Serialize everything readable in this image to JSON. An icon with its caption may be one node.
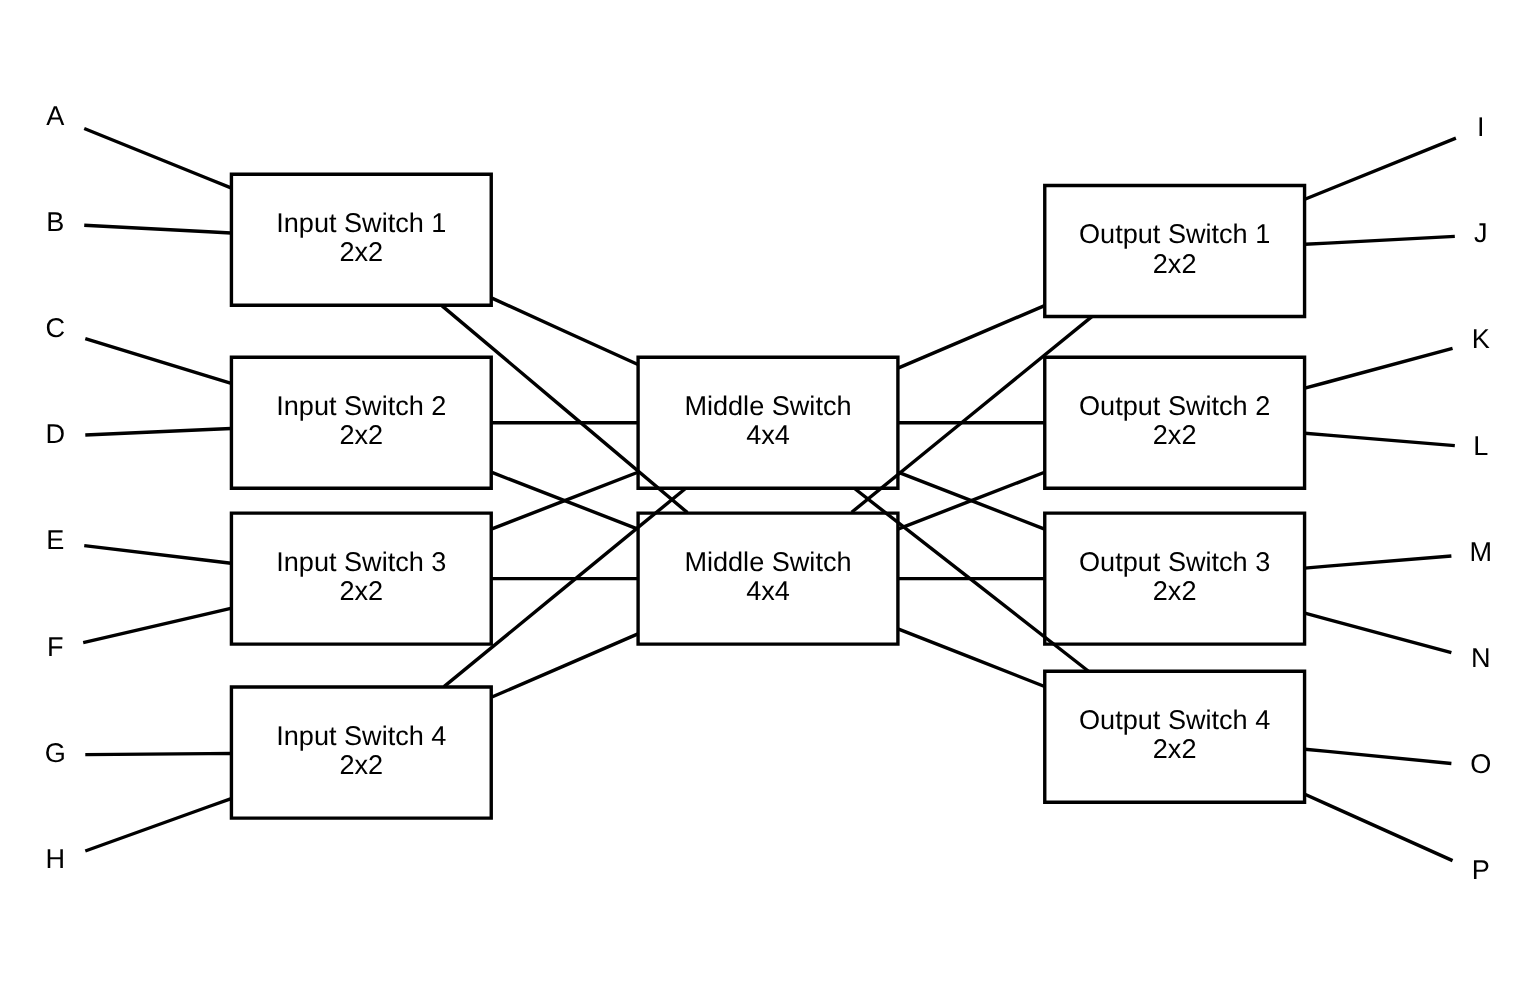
{
  "diagram": {
    "nodes": [
      {
        "text": [
          "A"
        ]
      },
      {
        "text": [
          "B"
        ]
      },
      {
        "text": [
          "C"
        ]
      },
      {
        "text": [
          "D"
        ]
      },
      {
        "text": [
          "E"
        ]
      },
      {
        "text": [
          "F"
        ]
      },
      {
        "text": [
          "G"
        ]
      },
      {
        "text": [
          "H"
        ]
      },
      {
        "text": [
          "Input Switch 1",
          "2x2"
        ]
      },
      {
        "text": [
          "Input Switch 2",
          "2x2"
        ]
      },
      {
        "text": [
          "Input Switch 3",
          "2x2"
        ]
      },
      {
        "text": [
          "Input Switch 4",
          "2x2"
        ]
      },
      {
        "text": [
          "Middle Switch",
          "4x4"
        ]
      },
      {
        "text": [
          "Middle Switch",
          "4x4"
        ]
      },
      {
        "text": [
          "Output Switch 1",
          "2x2"
        ]
      },
      {
        "text": [
          "Output Switch 2",
          "2x2"
        ]
      },
      {
        "text": [
          "Output Switch 3",
          "2x2"
        ]
      },
      {
        "text": [
          "Output Switch 4",
          "2x2"
        ]
      },
      {
        "text": [
          "I"
        ]
      },
      {
        "text": [
          "J"
        ]
      },
      {
        "text": [
          "K"
        ]
      },
      {
        "text": [
          "L"
        ]
      },
      {
        "text": [
          "M"
        ]
      },
      {
        "text": [
          "N"
        ]
      },
      {
        "text": [
          "O"
        ]
      },
      {
        "text": [
          "P"
        ]
      }
    ],
    "edges": [
      {
        "from": 0,
        "to": 8,
        "arrow": "none"
      },
      {
        "from": 1,
        "to": 8,
        "arrow": "none"
      },
      {
        "from": 2,
        "to": 9,
        "arrow": "none"
      },
      {
        "from": 3,
        "to": 9,
        "arrow": "none"
      },
      {
        "from": 4,
        "to": 10,
        "arrow": "none"
      },
      {
        "from": 5,
        "to": 10,
        "arrow": "none"
      },
      {
        "from": 6,
        "to": 11,
        "arrow": "none"
      },
      {
        "from": 7,
        "to": 11,
        "arrow": "none"
      },
      {
        "from": 8,
        "to": 12,
        "arrow": "none"
      },
      {
        "from": 8,
        "to": 13,
        "arrow": "none"
      },
      {
        "from": 9,
        "to": 12,
        "arrow": "none"
      },
      {
        "from": 9,
        "to": 13,
        "arrow": "none"
      },
      {
        "from": 10,
        "to": 12,
        "arrow": "none"
      },
      {
        "from": 10,
        "to": 13,
        "arrow": "none"
      },
      {
        "from": 11,
        "to": 12,
        "arrow": "none"
      },
      {
        "from": 11,
        "to": 13,
        "arrow": "none"
      },
      {
        "from": 12,
        "to": 14,
        "arrow": "none"
      },
      {
        "from": 12,
        "to": 15,
        "arrow": "none"
      },
      {
        "from": 12,
        "to": 16,
        "arrow": "none"
      },
      {
        "from": 12,
        "to": 17,
        "arrow": "none"
      },
      {
        "from": 13,
        "to": 14,
        "arrow": "none"
      },
      {
        "from": 13,
        "to": 15,
        "arrow": "none"
      },
      {
        "from": 13,
        "to": 16,
        "arrow": "none"
      },
      {
        "from": 13,
        "to": 17,
        "arrow": "none"
      },
      {
        "from": 14,
        "to": 18,
        "arrow": "none"
      },
      {
        "from": 14,
        "to": 19,
        "arrow": "none"
      },
      {
        "from": 15,
        "to": 20,
        "arrow": "none"
      },
      {
        "from": 15,
        "to": 21,
        "arrow": "none"
      },
      {
        "from": 16,
        "to": 22,
        "arrow": "none"
      },
      {
        "from": 16,
        "to": 23,
        "arrow": "none"
      },
      {
        "from": 17,
        "to": 24,
        "arrow": "none"
      },
      {
        "from": 17,
        "to": 25,
        "arrow": "none"
      }
    ]
  }
}
